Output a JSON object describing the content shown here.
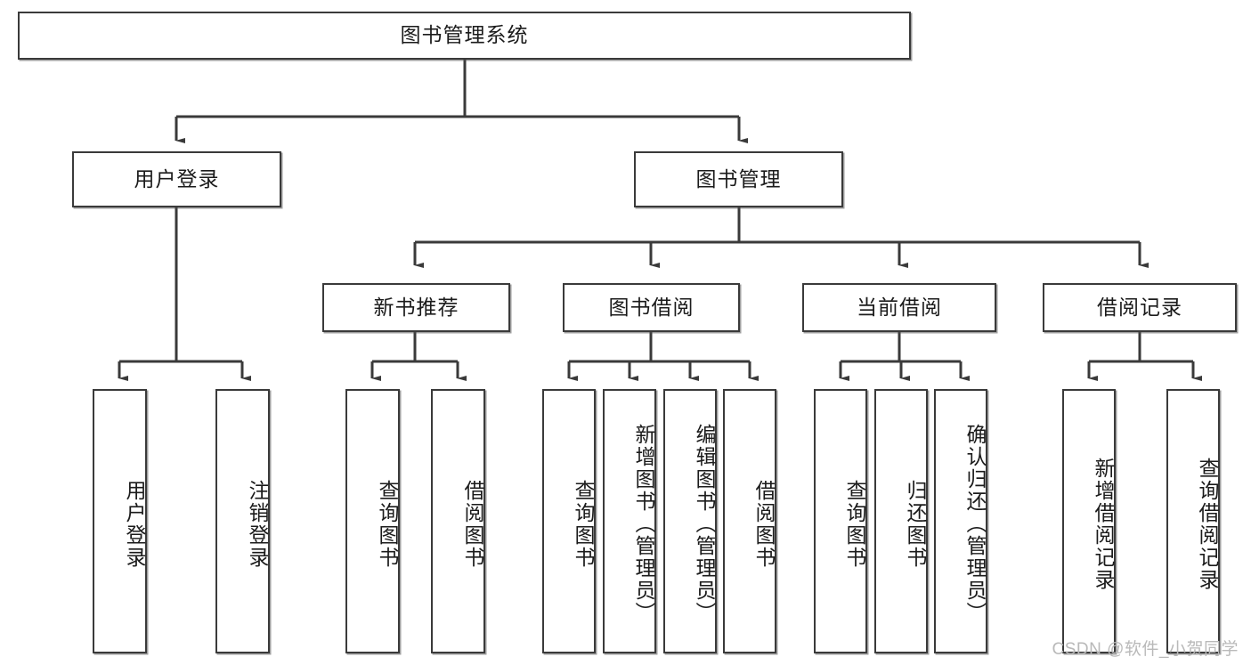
{
  "diagram": {
    "title_node": {
      "label": "图书管理系统"
    },
    "level1": [
      {
        "id": "user-login",
        "label": "用户登录"
      },
      {
        "id": "book-management",
        "label": "图书管理"
      }
    ],
    "level2": [
      {
        "id": "new-book-recommend",
        "label": "新书推荐"
      },
      {
        "id": "book-borrow",
        "label": "图书借阅"
      },
      {
        "id": "current-borrow",
        "label": "当前借阅"
      },
      {
        "id": "borrow-record",
        "label": "借阅记录"
      }
    ],
    "leaves": {
      "user_login": [
        {
          "id": "leaf-user-login",
          "label": "用户登录"
        },
        {
          "id": "leaf-logout-login",
          "label": "注销登录"
        }
      ],
      "new_book_recommend": [
        {
          "id": "leaf-query-book-1",
          "label": "查询图书"
        },
        {
          "id": "leaf-borrow-book-1",
          "label": "借阅图书"
        }
      ],
      "book_borrow": [
        {
          "id": "leaf-query-book-2",
          "label": "查询图书"
        },
        {
          "id": "leaf-add-book",
          "label": "新增图书（管理员）"
        },
        {
          "id": "leaf-edit-book",
          "label": "编辑图书（管理员）"
        },
        {
          "id": "leaf-borrow-book-2",
          "label": "借阅图书"
        }
      ],
      "current_borrow": [
        {
          "id": "leaf-query-book-3",
          "label": "查询图书"
        },
        {
          "id": "leaf-return-book",
          "label": "归还图书"
        },
        {
          "id": "leaf-confirm-return",
          "label": "确认归还（管理员）"
        }
      ],
      "borrow_record": [
        {
          "id": "leaf-add-record",
          "label": "新增借阅记录"
        },
        {
          "id": "leaf-query-record",
          "label": "查询借阅记录"
        }
      ]
    }
  },
  "watermark": {
    "text": "CSDN @软件_小贺同学"
  },
  "colors": {
    "stroke": "#3a3a3a",
    "background": "#ffffff",
    "text": "#1b1b1b",
    "watermark": "#b9b9b9"
  }
}
